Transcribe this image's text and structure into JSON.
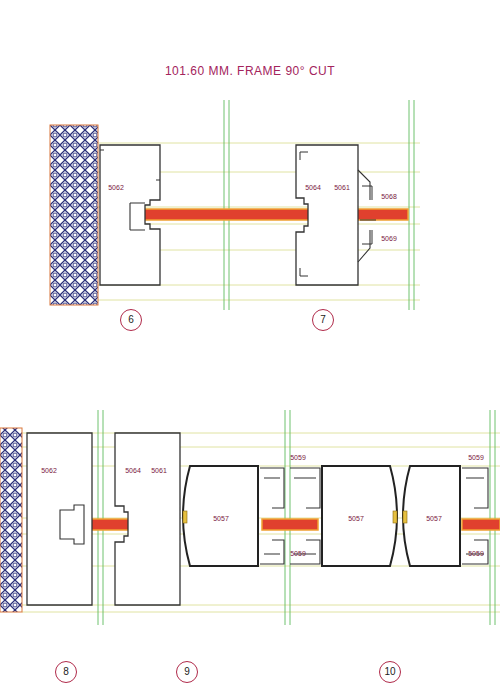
{
  "diagram": {
    "title": "101.60 MM. FRAME 90° CUT",
    "nodes": [
      {
        "text": [
          "6"
        ]
      },
      {
        "text": [
          "7"
        ]
      },
      {
        "text": [
          "8"
        ]
      },
      {
        "text": [
          "9"
        ]
      },
      {
        "text": [
          "10"
        ]
      }
    ],
    "labels": [
      "5062",
      "5064",
      "5061",
      "5068",
      "5069",
      "5062",
      "5064",
      "5061",
      "5057",
      "5059",
      "5059",
      "5057",
      "5059",
      "5059",
      "5057"
    ]
  }
}
